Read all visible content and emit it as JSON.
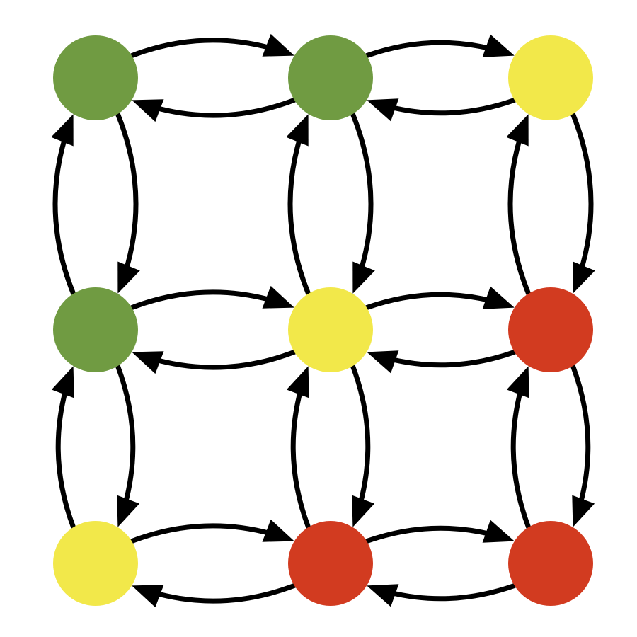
{
  "diagram": {
    "type": "directed-grid-graph",
    "colors": {
      "green": "#709b42",
      "yellow": "#f2e84a",
      "red": "#d23b20",
      "edge": "#000000"
    },
    "nodes": [
      {
        "id": "r0c0",
        "row": 0,
        "col": 0,
        "color": "green"
      },
      {
        "id": "r0c1",
        "row": 0,
        "col": 1,
        "color": "green"
      },
      {
        "id": "r0c2",
        "row": 0,
        "col": 2,
        "color": "yellow"
      },
      {
        "id": "r1c0",
        "row": 1,
        "col": 0,
        "color": "green"
      },
      {
        "id": "r1c1",
        "row": 1,
        "col": 1,
        "color": "yellow"
      },
      {
        "id": "r1c2",
        "row": 1,
        "col": 2,
        "color": "red"
      },
      {
        "id": "r2c0",
        "row": 2,
        "col": 0,
        "color": "yellow"
      },
      {
        "id": "r2c1",
        "row": 2,
        "col": 1,
        "color": "red"
      },
      {
        "id": "r2c2",
        "row": 2,
        "col": 2,
        "color": "red"
      }
    ],
    "edges": [
      {
        "from": "r0c0",
        "to": "r0c1"
      },
      {
        "from": "r0c1",
        "to": "r0c0"
      },
      {
        "from": "r0c1",
        "to": "r0c2"
      },
      {
        "from": "r0c2",
        "to": "r0c1"
      },
      {
        "from": "r1c0",
        "to": "r1c1"
      },
      {
        "from": "r1c1",
        "to": "r1c0"
      },
      {
        "from": "r1c1",
        "to": "r1c2"
      },
      {
        "from": "r1c2",
        "to": "r1c1"
      },
      {
        "from": "r2c0",
        "to": "r2c1"
      },
      {
        "from": "r2c1",
        "to": "r2c0"
      },
      {
        "from": "r2c1",
        "to": "r2c2"
      },
      {
        "from": "r2c2",
        "to": "r2c1"
      },
      {
        "from": "r0c0",
        "to": "r1c0"
      },
      {
        "from": "r1c0",
        "to": "r0c0"
      },
      {
        "from": "r1c0",
        "to": "r2c0"
      },
      {
        "from": "r2c0",
        "to": "r1c0"
      },
      {
        "from": "r0c1",
        "to": "r1c1"
      },
      {
        "from": "r1c1",
        "to": "r0c1"
      },
      {
        "from": "r1c1",
        "to": "r2c1"
      },
      {
        "from": "r2c1",
        "to": "r1c1"
      },
      {
        "from": "r0c2",
        "to": "r1c2"
      },
      {
        "from": "r1c2",
        "to": "r0c2"
      },
      {
        "from": "r1c2",
        "to": "r2c2"
      },
      {
        "from": "r2c2",
        "to": "r1c2"
      }
    ]
  }
}
